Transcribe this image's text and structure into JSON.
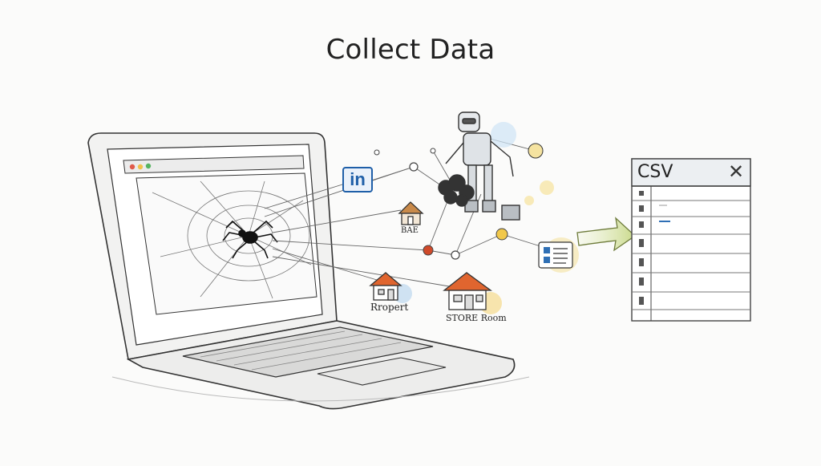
{
  "title": "Collect Data",
  "labels": {
    "house_small": "BAE",
    "house_left": "Rropert",
    "house_right": "STORE Room"
  },
  "linkedin_icon": {
    "text": "in",
    "color": "#1f5fa8"
  },
  "csv_panel": {
    "title": "CSV",
    "close_glyph": "✕"
  },
  "colors": {
    "sketch": "#333333",
    "accent_blue": "#2f6fb5",
    "accent_red": "#d04a2a",
    "accent_yellow": "#f1c84b",
    "arrow": "#c9d98a"
  },
  "icons": [
    "spider-icon",
    "robot-icon",
    "linkedin-icon",
    "house-icon",
    "document-icon",
    "arrow-icon",
    "close-icon"
  ]
}
